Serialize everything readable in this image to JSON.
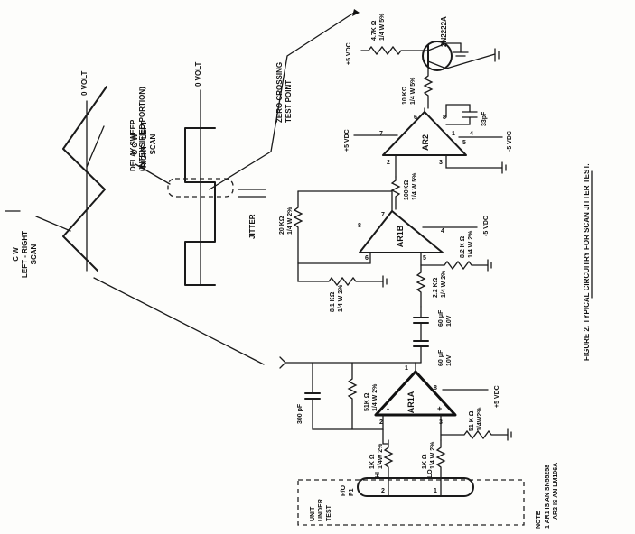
{
  "waveform": {
    "zero_volt_left": "0 VOLT",
    "zero_volt_right": "0 VOLT",
    "ccw_scan": [
      "C C W",
      "RIGHT - LEFT",
      "SCAN"
    ],
    "cw_scan": [
      "C W",
      "LEFT - RIGHT",
      "SCAN"
    ],
    "delay_sweep": [
      "DELAY SWEEP",
      "(INTENSIFIED PORTION)"
    ],
    "jitter": "JITTER",
    "zero_crossing": [
      "ZERO CROSSING",
      "TEST POINT"
    ]
  },
  "components": {
    "r_out_top": [
      "4.7K Ω",
      "1/4 W 5%"
    ],
    "transistor": "2N2222A",
    "r_base": [
      "10 KΩ",
      "1/4 W 5%"
    ],
    "c_ar2": "33pF",
    "r_ar1b_out": [
      "100KΩ",
      "1/4 W 5%"
    ],
    "r_ar1b_fb": [
      "20 KΩ",
      "1/4 W 2%"
    ],
    "r_ar1b_in": [
      "8.1 KΩ",
      "1/4 W 2%"
    ],
    "r_mid": [
      "2.2 KΩ",
      "1/4 W 2%"
    ],
    "r_8k": [
      "8.2 K Ω",
      "1/4 W 2%"
    ],
    "c_coupling_1": [
      "60 μF",
      "10V"
    ],
    "c_coupling_2": [
      "60 μF",
      "10V"
    ],
    "c_300": "300 pF",
    "r_ar1a_fb": [
      "51K Ω",
      "1/4 W 2%"
    ],
    "r_hi": [
      "1K Ω",
      "1/4W 2%"
    ],
    "r_lo": [
      "1K Ω",
      "1/4 W 2%"
    ],
    "r_ar1a_plus": [
      "51 K Ω",
      "1/4W2%"
    ]
  },
  "amps": {
    "ar2": "AR2",
    "ar1b": "AR1B",
    "ar1a": "AR1A"
  },
  "supplies": {
    "ar2_pos": "+5 VDC",
    "ar2_neg": "-5 VDC",
    "ar1b_neg": "-5 VDC",
    "ar1a_pos": "+5 VDC",
    "transistor_supply": "+5 VDC"
  },
  "pins": {
    "ar2_out": "6",
    "ar2_plus": "3",
    "ar2_minus": "2",
    "ar2_v": "7",
    "ar2_v2": "4",
    "ar2_p8": "8",
    "ar2_p1": "1",
    "ar2_p5": "5",
    "ar1b_out": "7",
    "ar1b_minus": "6",
    "ar1b_plus": "5",
    "ar1b_v": "4",
    "ar1b_p8": "8",
    "ar1a_out": "1",
    "ar1a_minus": "2",
    "ar1a_plus": "3",
    "ar1a_v": "8"
  },
  "uut": {
    "box_label": [
      "UNIT",
      "UNDER",
      "TEST"
    ],
    "connector": "P/O",
    "ref": "P1",
    "pin_hi": "2",
    "pin_lo": "1",
    "hi": "HI",
    "lo": "LO"
  },
  "caption": "FIGURE 2.  TYPICAL CIRCUITRY FOR SCAN JITTER TEST.",
  "note": {
    "title": "NOTE",
    "line1": "1  AR1 IS AN SN55258",
    "line2": "AR2 IS AN LM106A"
  }
}
